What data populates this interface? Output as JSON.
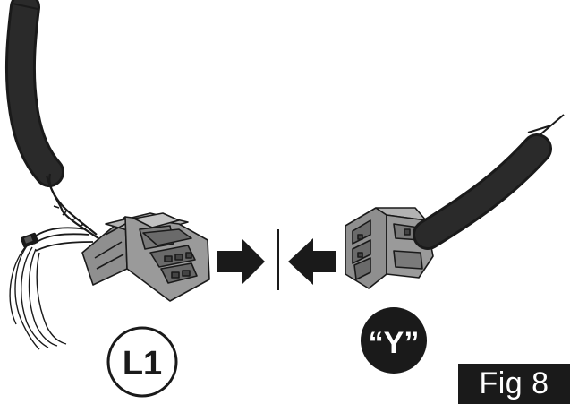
{
  "connector_left": {
    "label": "L1"
  },
  "connector_right": {
    "label": "“Y”"
  },
  "figure": {
    "label": "Fig 8"
  },
  "colors": {
    "cable": "#1c1c1c",
    "connector_body": "#8f8f8f",
    "connector_shadow": "#6a6a6a",
    "connector_highlight": "#b3b3b3",
    "outline": "#1a1a1a",
    "arrow": "#1a1a1a",
    "badge_dark": "#1a1a1a",
    "badge_light": "#ffffff"
  }
}
